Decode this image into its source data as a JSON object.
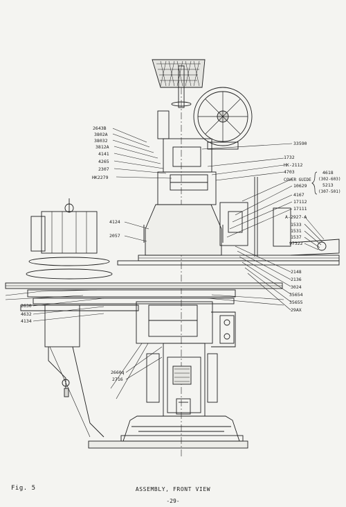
{
  "figure_label": "Fig. 5",
  "caption": "ASSEMBLY, FRONT VIEW",
  "page_number": "-29-",
  "callouts": {
    "c1": "2643B",
    "c2": "3802A",
    "c3": "38032",
    "c4": "3812A",
    "c5": "4141",
    "c6": "4265",
    "c7": "2307",
    "c8": "HK2279",
    "c9": "33590",
    "c10": "1732",
    "c11": "HK-2112",
    "c12": "4703",
    "c13": "COVER GUIDE",
    "c14": "4618",
    "c15": "(302-603)",
    "c16": "5213",
    "c17": "(307-501)",
    "c18": "10629",
    "c19": "4167",
    "c20": "17112",
    "c21": "17111",
    "c22": "A-2927-A",
    "c23": "1533",
    "c24": "1531",
    "c25": "1537",
    "c26": "97322",
    "c27": "4124",
    "c28": "2057",
    "c29": "2148",
    "c30": "2136",
    "c31": "3024",
    "c32": "35654",
    "c33": "35655",
    "c34": "29AX",
    "c35": "2630",
    "c36": "4632",
    "c37": "4134",
    "c38": "2660q",
    "c39": "2716"
  }
}
